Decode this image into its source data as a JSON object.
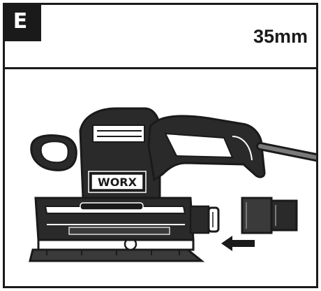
{
  "step": {
    "label": "E"
  },
  "measurement": {
    "value": "35mm"
  },
  "brand": {
    "logo": "WORX"
  },
  "colors": {
    "ink": "#1a1a1a",
    "paper": "#ffffff",
    "mid": "#7a7a7a"
  },
  "icons": {
    "direction": "arrow-left-icon",
    "adapter": "dust-adapter-icon"
  }
}
